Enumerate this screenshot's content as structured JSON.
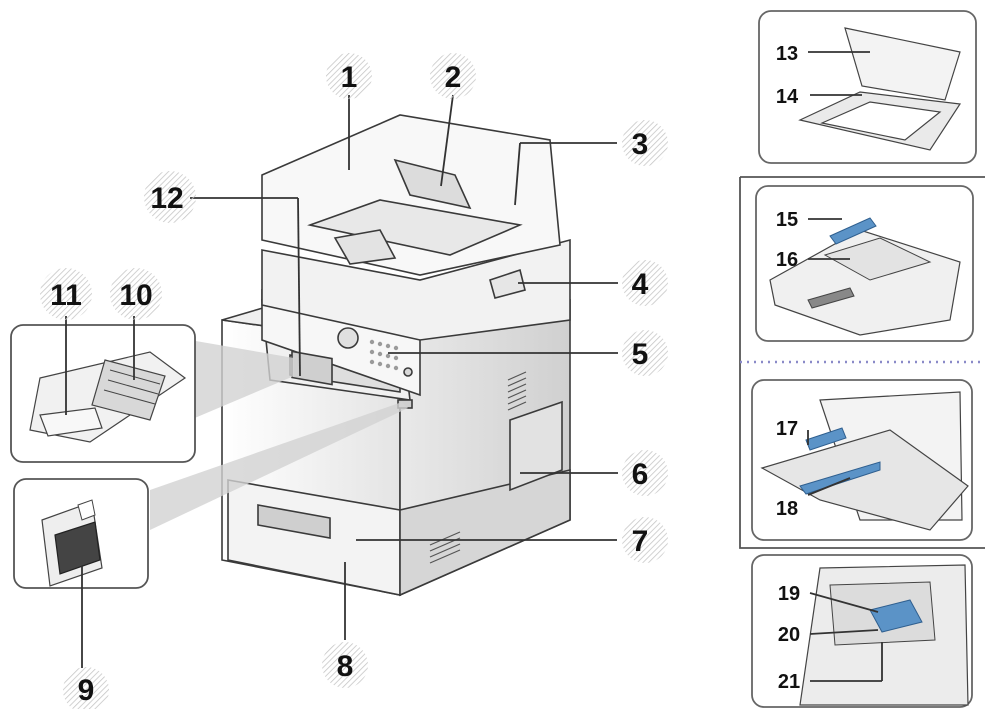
{
  "callouts": {
    "c1": "1",
    "c2": "2",
    "c3": "3",
    "c4": "4",
    "c5": "5",
    "c6": "6",
    "c7": "7",
    "c8": "8",
    "c9": "9",
    "c10": "10",
    "c11": "11",
    "c12": "12",
    "c13": "13",
    "c14": "14",
    "c15": "15",
    "c16": "16",
    "c17": "17",
    "c18": "18",
    "c19": "19",
    "c20": "20",
    "c21": "21"
  },
  "colors": {
    "outline": "#3a3a3a",
    "body": "#f4f4f4",
    "shade": "#d9d9d9",
    "accent_blue": "#5b93c7",
    "divider_dots": "#8a8ac8",
    "badge_hatch": "#c8c8c8"
  }
}
